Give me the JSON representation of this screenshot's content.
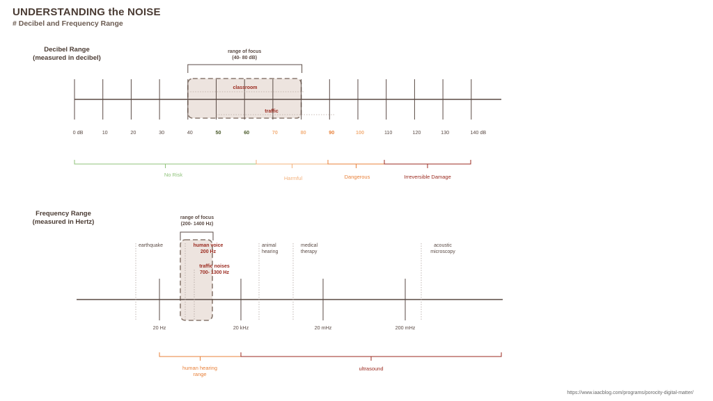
{
  "header": {
    "title": "UNDERSTANDING the NOISE",
    "subtitle": "# Decibel and Frequency Range"
  },
  "source": "https://www.iaacblog.com/programs/porocity-digital-matter/",
  "colors": {
    "axis": "#5a4a44",
    "green": "#8fc27a",
    "light_orange": "#f3b07a",
    "orange": "#e8813a",
    "red": "#9b2a1f",
    "dark_green": "#4a5a2a",
    "focus_fill": "#ede4df",
    "focus_stroke": "#8a7a70"
  },
  "decibel": {
    "heading_line1": "Decibel Range",
    "heading_line2": "(measured in decibel)",
    "focus_label_line1": "range of focus",
    "focus_label_line2": "(40- 80 dB)",
    "ticks": [
      {
        "label": "0 dB",
        "tone": "normal"
      },
      {
        "label": "10",
        "tone": "normal"
      },
      {
        "label": "20",
        "tone": "normal"
      },
      {
        "label": "30",
        "tone": "normal"
      },
      {
        "label": "40",
        "tone": "normal"
      },
      {
        "label": "50",
        "tone": "bold"
      },
      {
        "label": "60",
        "tone": "bold"
      },
      {
        "label": "70",
        "tone": "light_orange"
      },
      {
        "label": "80",
        "tone": "light_orange"
      },
      {
        "label": "90",
        "tone": "orange"
      },
      {
        "label": "100",
        "tone": "light_orange"
      },
      {
        "label": "110",
        "tone": "normal"
      },
      {
        "label": "120",
        "tone": "normal"
      },
      {
        "label": "130",
        "tone": "normal"
      },
      {
        "label": "140 dB",
        "tone": "normal"
      }
    ],
    "markers": [
      {
        "label": "classroom"
      },
      {
        "label": "traffic"
      }
    ],
    "ranges": [
      {
        "label": "No Risk",
        "color": "green"
      },
      {
        "label": "Harmful",
        "color": "light_orange"
      },
      {
        "label": "Dangerous",
        "color": "orange"
      },
      {
        "label": "Irreversible Damage",
        "color": "red"
      }
    ]
  },
  "frequency": {
    "heading_line1": "Frequency Range",
    "heading_line2": "(measured in Hertz)",
    "focus_label_line1": "range of focus",
    "focus_label_line2": "(200- 1400 Hz)",
    "ticks": [
      "20 Hz",
      "20 kHz",
      "20 mHz",
      "200 mHz"
    ],
    "annotations": [
      {
        "lines": [
          "earthquake"
        ]
      },
      {
        "lines": [
          "animal",
          "hearing"
        ]
      },
      {
        "lines": [
          "medical",
          "therapy"
        ]
      },
      {
        "lines": [
          "acoustic",
          "microscopy"
        ]
      }
    ],
    "highlights": [
      {
        "lines": [
          "human voice",
          "200 Hz"
        ]
      },
      {
        "lines": [
          "traffic noises",
          "700- 1300 Hz"
        ]
      }
    ],
    "ranges": [
      {
        "lines": [
          "human hearing",
          "range"
        ],
        "color": "orange"
      },
      {
        "lines": [
          "ultrasound"
        ],
        "color": "red"
      }
    ]
  }
}
